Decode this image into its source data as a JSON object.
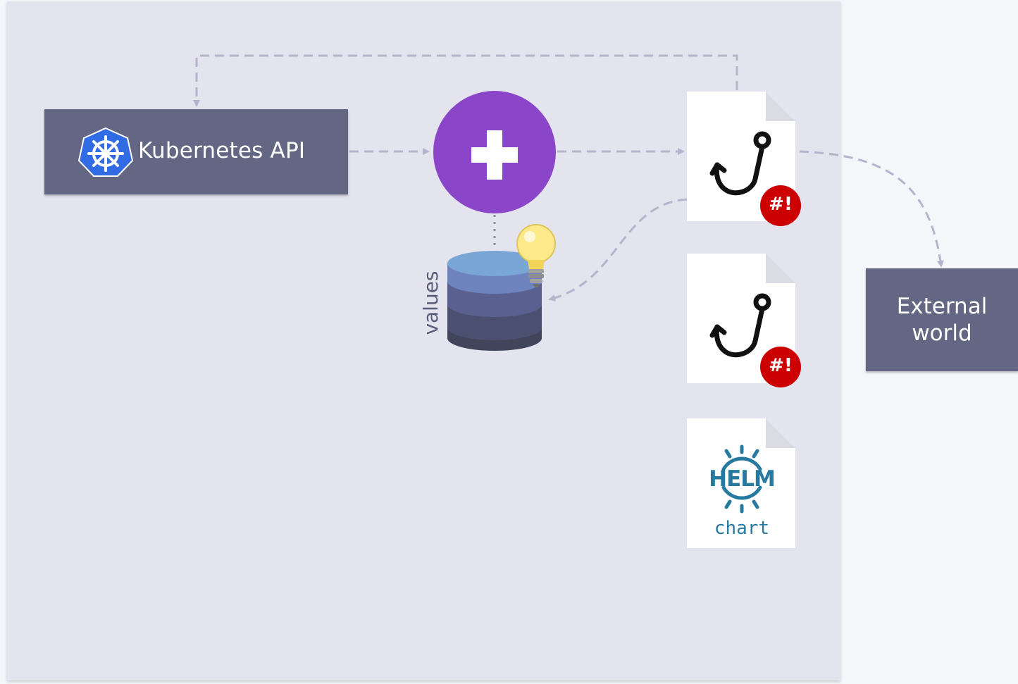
{
  "nodes": {
    "kubernetes_api": {
      "label": "Kubernetes API"
    },
    "external_world": {
      "label_line1": "External",
      "label_line2": "world"
    },
    "values_store": {
      "label": "values"
    },
    "hook_badge": "#!",
    "helm_chart": {
      "logo_text": "HELM",
      "caption": "chart"
    }
  },
  "colors": {
    "panel": "#e3e4ee",
    "dark_box": "#636783",
    "merge_circle": "#8a45c8",
    "arrow": "#b3b5cc",
    "badge": "#cc0000",
    "helm": "#277a9f"
  },
  "icons": [
    "kubernetes-logo-icon",
    "plus-icon",
    "fishhook-icon",
    "lightbulb-icon",
    "database-icon",
    "helm-wheel-icon"
  ]
}
